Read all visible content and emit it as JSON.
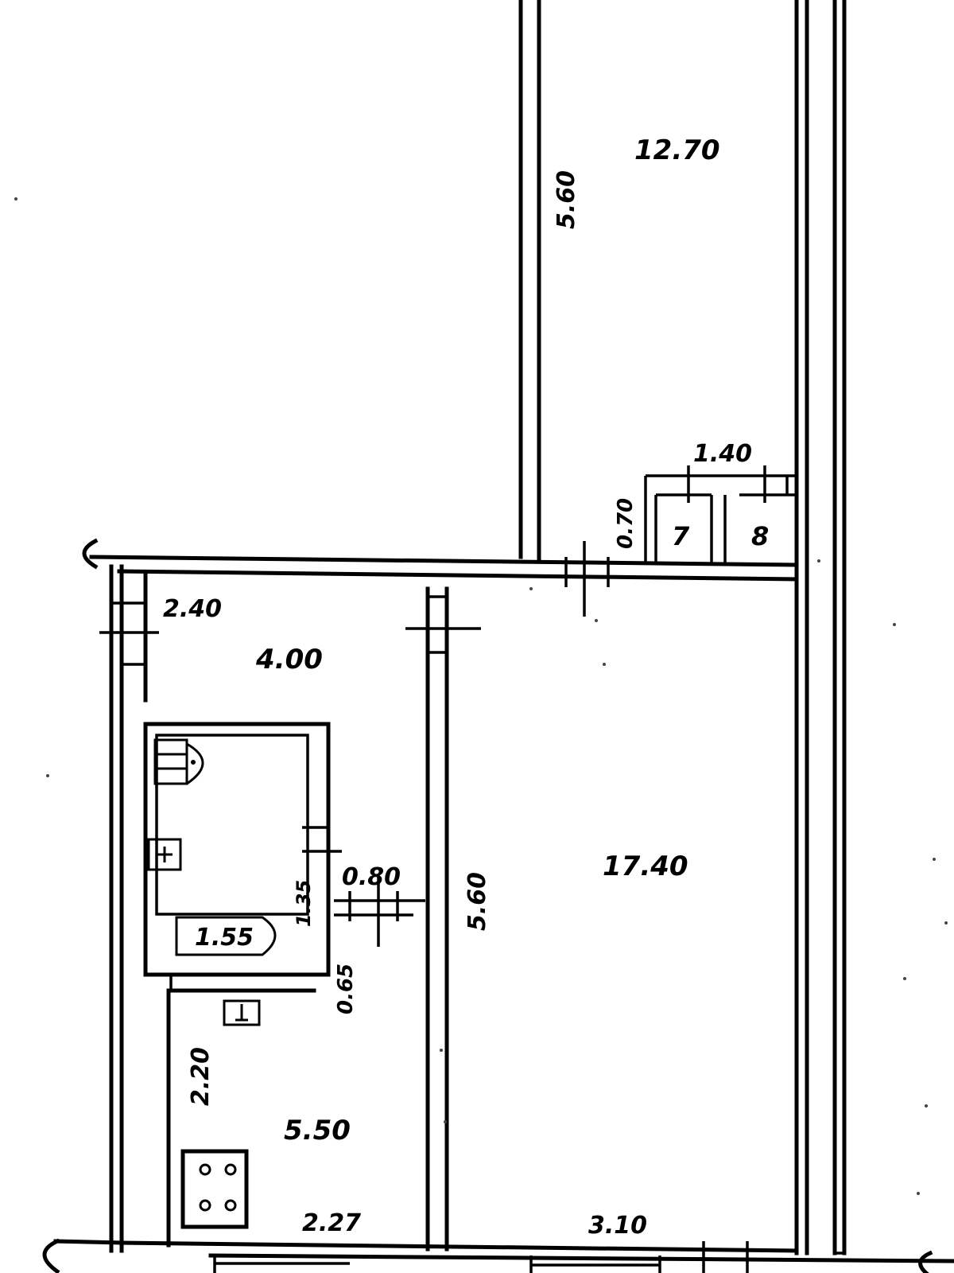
{
  "rooms": {
    "room_upper_area": "12.70",
    "room_main_area": "17.40",
    "hall_area": "4.00",
    "kitchen_area": "5.50"
  },
  "dimensions": {
    "upper_room_length": "5.60",
    "main_room_length": "5.60",
    "main_room_width": "3.10",
    "kitchen_width": "2.27",
    "kitchen_length": "2.20",
    "hall_width": "2.40",
    "bath_door": "0.80",
    "bath_length": "1.55",
    "bath_side": "1.35",
    "bath_offset": "0.65",
    "closet_width": "1.40",
    "closet_depth": "0.70"
  },
  "closets": {
    "closet_7": "7",
    "closet_8": "8"
  }
}
